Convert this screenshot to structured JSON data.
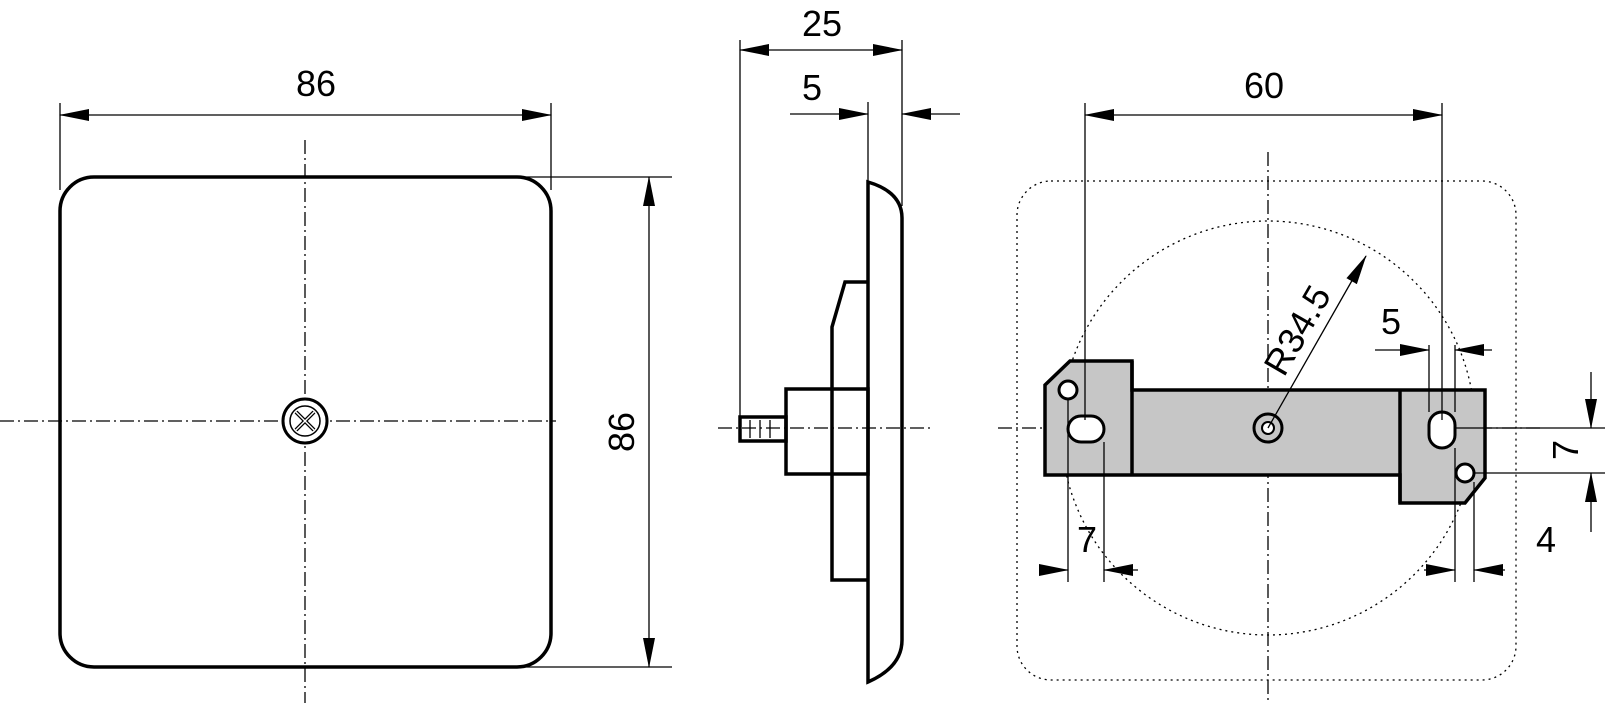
{
  "front_view": {
    "width_label": "86",
    "height_label": "86"
  },
  "side_view": {
    "depth_label": "25",
    "plate_label": "5"
  },
  "rear_view": {
    "hole_spacing_label": "60",
    "radius_label": "R34.5",
    "slot_width_label": "5",
    "vertical_offset_label": "7",
    "left_offset_label": "7",
    "right_offset_label": "4"
  },
  "colors": {
    "line": "#000000",
    "part_fill": "#c6c6c6"
  }
}
